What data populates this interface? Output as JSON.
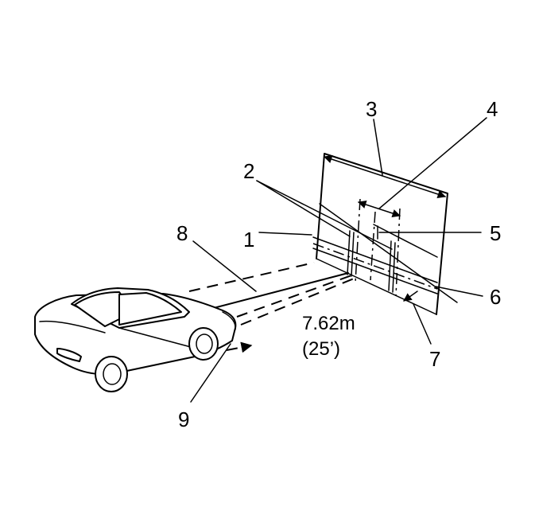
{
  "callouts": {
    "c1": "1",
    "c2": "2",
    "c3": "3",
    "c4": "4",
    "c5": "5",
    "c6": "6",
    "c7": "7",
    "c8": "8",
    "c9": "9"
  },
  "distance": {
    "metric": "7.62m",
    "imperial": "(25’)"
  }
}
